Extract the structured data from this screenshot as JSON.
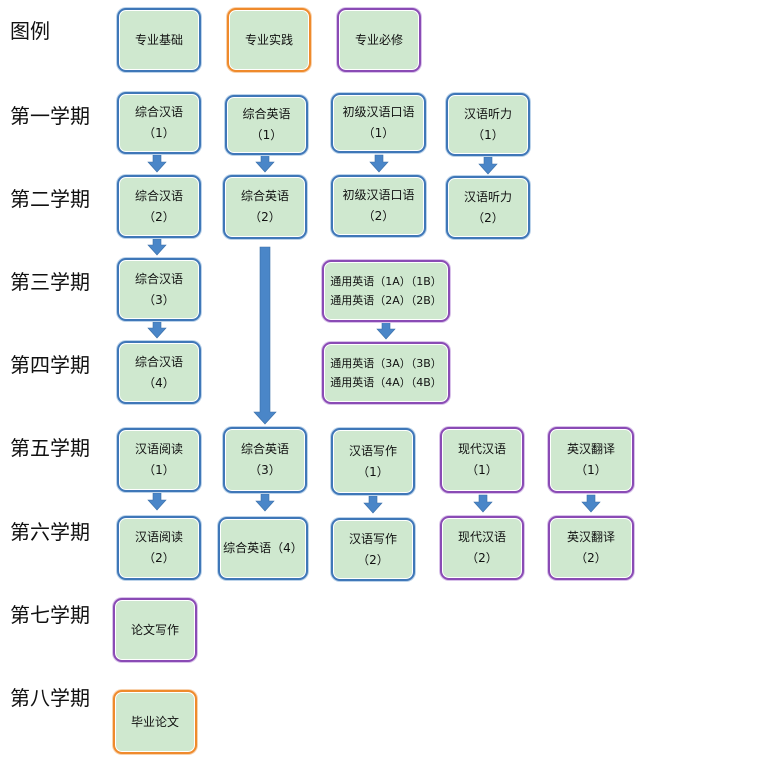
{
  "semesters": {
    "legend": "图例",
    "s1": "第一学期",
    "s2": "第二学期",
    "s3": "第三学期",
    "s4": "第四学期",
    "s5": "第五学期",
    "s6": "第六学期",
    "s7": "第七学期",
    "s8": "第八学期"
  },
  "legend": {
    "basic": "专业基础",
    "practice": "专业实践",
    "required": "专业必修"
  },
  "courses": {
    "zhhy1": {
      "name": "综合汉语",
      "num": "（1）"
    },
    "zhhy2": {
      "name": "综合汉语",
      "num": "（2）"
    },
    "zhhy3": {
      "name": "综合汉语",
      "num": "（3）"
    },
    "zhhy4": {
      "name": "综合汉语",
      "num": "（4）"
    },
    "zhyy1": {
      "name": "综合英语",
      "num": "（1）"
    },
    "zhyy2": {
      "name": "综合英语",
      "num": "（2）"
    },
    "zhyy3": {
      "name": "综合英语",
      "num": "（3）"
    },
    "zhyy4": {
      "name": "综合英语（4）"
    },
    "cjky1": {
      "name": "初级汉语口语",
      "num": "（1）"
    },
    "cjky2": {
      "name": "初级汉语口语",
      "num": "（2）"
    },
    "hytl1": {
      "name": "汉语听力",
      "num": "（1）"
    },
    "hytl2": {
      "name": "汉语听力",
      "num": "（2）"
    },
    "tyyy12": {
      "line1": "通用英语（1A）（1B）",
      "line2": "通用英语（2A）（2B）"
    },
    "tyyy34": {
      "line1": "通用英语（3A）（3B）",
      "line2": "通用英语（4A）（4B）"
    },
    "hyyd1": {
      "name": "汉语阅读",
      "num": "（1）"
    },
    "hyyd2": {
      "name": "汉语阅读",
      "num": "（2）"
    },
    "hyxz1": {
      "name": "汉语写作",
      "num": "（1）"
    },
    "hyxz2": {
      "name": "汉语写作",
      "num": "（2）"
    },
    "xdhy1": {
      "name": "现代汉语",
      "num": "（1）"
    },
    "xdhy2": {
      "name": "现代汉语",
      "num": "（2）"
    },
    "yhfy1": {
      "name": "英汉翻译",
      "num": "（1）"
    },
    "yhfy2": {
      "name": "英汉翻译",
      "num": "（2）"
    },
    "lwxz": {
      "name": "论文写作"
    },
    "bylw": {
      "name": "毕业论文"
    }
  },
  "colors": {
    "fill": "#cfe8cf",
    "basic_border": "#3f77b8",
    "practice_border": "#ef8a2c",
    "required_border": "#8a4bb5",
    "arrow": "#4a86c8"
  }
}
